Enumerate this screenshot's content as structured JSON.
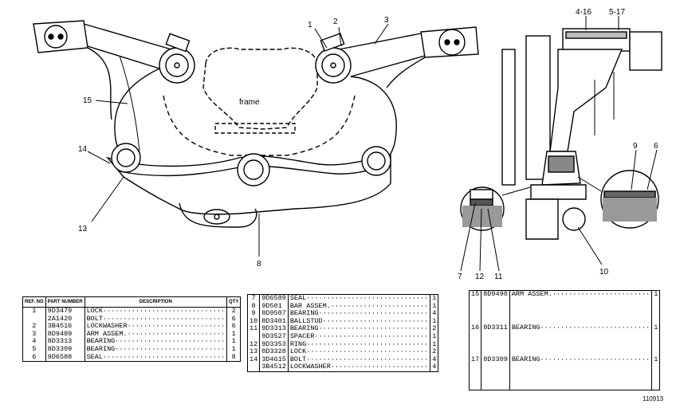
{
  "drawing": {
    "frame_label": "frame",
    "callouts": [
      "1",
      "2",
      "3",
      "15",
      "14",
      "13",
      "8",
      "4-16",
      "5-17",
      "9",
      "6",
      "7",
      "12",
      "11",
      "10"
    ]
  },
  "tables": {
    "headers": {
      "ref": "REF. NO",
      "part": "PART NUMBER",
      "desc": "DESCRIPTION",
      "qty": "QTY"
    },
    "table1": [
      {
        "ref": "1",
        "part": "9D3479",
        "desc": "LOCK",
        "qty": "2"
      },
      {
        "ref": "",
        "part": "2A1420",
        "desc": "BOLT",
        "qty": "6"
      },
      {
        "ref": "2",
        "part": "3B4516",
        "desc": "LOCKWASHER",
        "qty": "6"
      },
      {
        "ref": "3",
        "part": "8D9489",
        "desc": "ARM ASSEM.",
        "qty": "1"
      },
      {
        "ref": "4",
        "part": "8D3313",
        "desc": "BEARING",
        "qty": "1"
      },
      {
        "ref": "5",
        "part": "8D3309",
        "desc": "BEARING",
        "qty": "1"
      },
      {
        "ref": "6",
        "part": "9D6588",
        "desc": "SEAL",
        "qty": "8"
      }
    ],
    "table2": [
      {
        "ref": "7",
        "part": "9D6589",
        "desc": "SEAL",
        "qty": "1"
      },
      {
        "ref": "8",
        "part": "9D501",
        "desc": "BAR ASSEM.",
        "qty": "1"
      },
      {
        "ref": "9",
        "part": "8D9507",
        "desc": "BEARING",
        "qty": "4"
      },
      {
        "ref": "10",
        "part": "8D3401",
        "desc": "BALLSTUD",
        "qty": "1"
      },
      {
        "ref": "11",
        "part": "9D3313",
        "desc": "BEARING",
        "qty": "2"
      },
      {
        "ref": "",
        "part": "9D3527",
        "desc": "SPACER",
        "qty": "1"
      },
      {
        "ref": "12",
        "part": "9D3353",
        "desc": "RING",
        "qty": "1"
      },
      {
        "ref": "13",
        "part": "8D3328",
        "desc": "LOCK",
        "qty": "2"
      },
      {
        "ref": "14",
        "part": "3D4615",
        "desc": "BOLT",
        "qty": "4"
      },
      {
        "ref": "",
        "part": "3B4512",
        "desc": "LOCKWASHER",
        "qty": "4"
      }
    ],
    "table3": [
      {
        "ref": "15",
        "part": "8D9490",
        "desc": "ARM ASSEM.",
        "qty": "1"
      },
      {
        "ref": "16",
        "part": "8D3311",
        "desc": "BEARING",
        "qty": "1"
      },
      {
        "ref": "17",
        "part": "8D3309",
        "desc": "BEARING",
        "qty": "1"
      }
    ]
  },
  "illustration_number": "110913"
}
